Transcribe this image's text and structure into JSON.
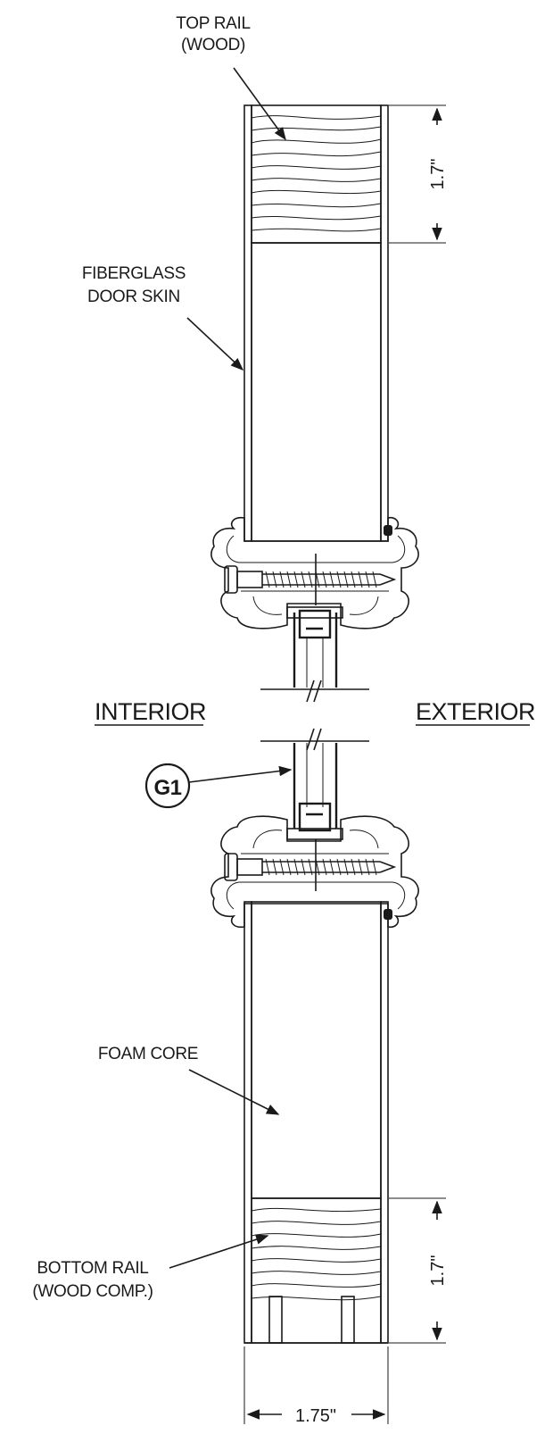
{
  "labels": {
    "top_rail_line1": "TOP RAIL",
    "top_rail_line2": "(WOOD)",
    "skin_line1": "FIBERGLASS",
    "skin_line2": "DOOR SKIN",
    "interior": "INTERIOR",
    "exterior": "EXTERIOR",
    "glass_tag": "G1",
    "foam": "FOAM CORE",
    "bottom_rail_line1": "BOTTOM RAIL",
    "bottom_rail_line2": "(WOOD COMP.)"
  },
  "dimensions": {
    "top_rail_height": "1.7\"",
    "bottom_rail_height": "1.7\"",
    "door_thickness": "1.75\""
  },
  "colors": {
    "ink": "#1a1a1a",
    "background": "#ffffff"
  }
}
